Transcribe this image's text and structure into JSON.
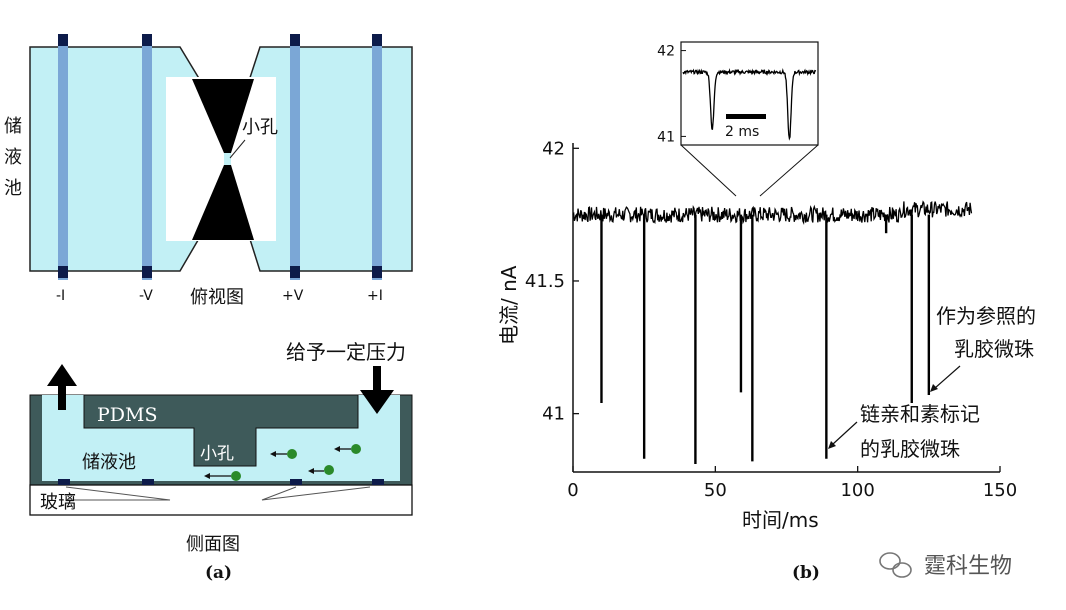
{
  "colors": {
    "liquid": "#c2f0f5",
    "pdms": "#3e5a5a",
    "electrode": "#7ba7d6",
    "electrode_cap": "#0d1b4a",
    "bead": "#2a8a2a",
    "ink": "#111111"
  },
  "panel_a": {
    "top_view": {
      "reservoir_label_chars": [
        "储",
        "液",
        "池"
      ],
      "pore_label": "小孔",
      "electrode_labels": [
        "-I",
        "-V",
        "+V",
        "+I"
      ],
      "caption": "俯视图"
    },
    "side_view": {
      "pressure_label": "给予一定压力",
      "pdms_label": "PDMS",
      "reservoir_label": "储液池",
      "pore_label": "小孔",
      "glass_label": "玻璃",
      "caption": "侧面图"
    },
    "panel_label": "(a)"
  },
  "panel_b": {
    "panel_label": "(b)",
    "annotations": {
      "reference_line1": "作为参照的",
      "reference_line2": "乳胶微珠",
      "streptavidin_line1": "链亲和素标记",
      "streptavidin_line2": "的乳胶微珠"
    },
    "inset": {
      "scale_bar_label": "2 ms"
    }
  },
  "watermark": {
    "text": "霆科生物",
    "icon": "wechat-icon"
  },
  "chart_data": [
    {
      "type": "line",
      "title": "",
      "xlabel": "时间/ms",
      "ylabel": "电流/ nA",
      "xlim": [
        0,
        150
      ],
      "ylim": [
        40.78,
        42.02
      ],
      "x_ticks": [
        0,
        50,
        100,
        150
      ],
      "x_tick_labels": [
        "0",
        "50",
        "100",
        "150"
      ],
      "y_ticks": [
        41,
        41.5,
        42
      ],
      "y_tick_labels": [
        "41",
        "41.5",
        "42"
      ],
      "grid": false,
      "baseline": 41.75,
      "x_end": 140,
      "events": [
        {
          "x": 10,
          "y": 41.04
        },
        {
          "x": 25,
          "y": 40.83
        },
        {
          "x": 43,
          "y": 40.81
        },
        {
          "x": 59,
          "y": 41.08
        },
        {
          "x": 63,
          "y": 40.82
        },
        {
          "x": 89,
          "y": 40.83
        },
        {
          "x": 110,
          "y": 41.68
        },
        {
          "x": 119,
          "y": 41.04
        },
        {
          "x": 125,
          "y": 41.07
        }
      ]
    },
    {
      "type": "line",
      "title": "",
      "xlabel": "",
      "ylabel": "",
      "ylim": [
        40.9,
        42.1
      ],
      "y_ticks": [
        41,
        42
      ],
      "y_tick_labels": [
        "41",
        "42"
      ],
      "baseline": 41.75,
      "events": [
        {
          "x_frac": 0.22,
          "y": 41.08
        },
        {
          "x_frac": 0.8,
          "y": 40.97
        }
      ]
    }
  ]
}
